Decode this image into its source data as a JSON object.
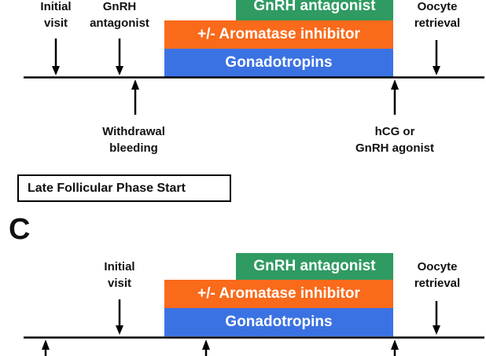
{
  "colors": {
    "antagonist_bar": "#2f9a62",
    "aromatase_bar": "#f96a1b",
    "gonadotropins_bar": "#3b72e3",
    "timeline": "#000000"
  },
  "top_timeline": {
    "above": {
      "initial_visit": [
        "Initial",
        "visit"
      ],
      "gnrh_antagonist_start": [
        "GnRH",
        "antagonist"
      ],
      "oocyte_retrieval": [
        "Oocyte",
        "retrieval"
      ]
    },
    "bars": {
      "antagonist": "GnRH antagonist",
      "aromatase": "+/- Aromatase inhibitor",
      "gonadotropins": "Gonadotropins"
    },
    "below": {
      "withdrawal_bleeding": [
        "Withdrawal",
        "bleeding"
      ],
      "trigger": [
        "hCG or",
        "GnRH agonist"
      ]
    }
  },
  "section_heading": "Late Follicular Phase Start",
  "panel_letter": "C",
  "bottom_timeline": {
    "above": {
      "initial_visit": [
        "Initial",
        "visit"
      ],
      "oocyte_retrieval": [
        "Oocyte",
        "retrieval"
      ]
    },
    "bars": {
      "antagonist": "GnRH antagonist",
      "aromatase": "+/- Aromatase inhibitor",
      "gonadotropins": "Gonadotropins"
    }
  }
}
